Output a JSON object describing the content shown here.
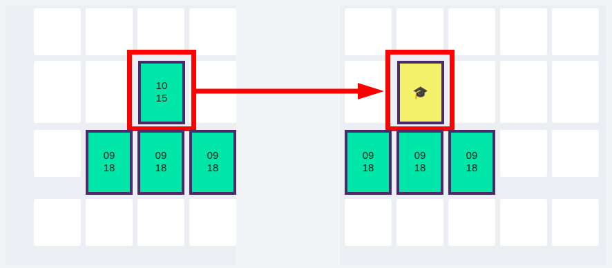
{
  "colors": {
    "background": "#f2f4f7",
    "panel": "#ebeef3",
    "cell": "#ffffff",
    "seat_green": "#00e5a8",
    "seat_yellow": "#f5f06a",
    "seat_border": "#4b2a6b",
    "highlight": "#ff0000"
  },
  "left_layout": {
    "selected_seat": {
      "line1": "10",
      "line2": "15"
    },
    "row_seats": [
      {
        "line1": "09",
        "line2": "18"
      },
      {
        "line1": "09",
        "line2": "18"
      },
      {
        "line1": "09",
        "line2": "18"
      }
    ]
  },
  "right_layout": {
    "selected_seat": {
      "icon": "graduate-cap-icon",
      "glyph": "🎓"
    },
    "row_seats": [
      {
        "line1": "09",
        "line2": "18"
      },
      {
        "line1": "09",
        "line2": "18"
      },
      {
        "line1": "09",
        "line2": "18"
      }
    ]
  }
}
